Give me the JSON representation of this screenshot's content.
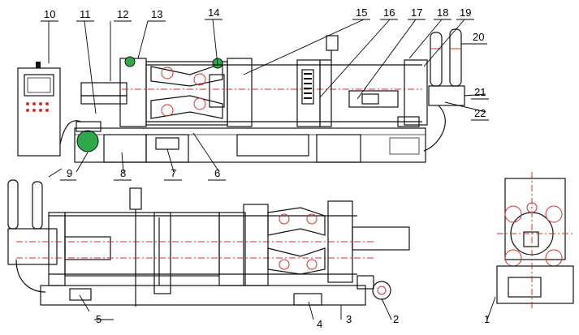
{
  "callouts": {
    "c1": "1",
    "c2": "2",
    "c3": "3",
    "c4": "4",
    "c5": "5",
    "c6": "6",
    "c7": "7",
    "c8": "8",
    "c9": "9",
    "c10": "10",
    "c11": "11",
    "c12": "12",
    "c13": "13",
    "c14": "14",
    "c15": "15",
    "c16": "16",
    "c17": "17",
    "c18": "18",
    "c19": "19",
    "c20": "20",
    "c21": "21",
    "c22": "22"
  },
  "colors": {
    "line": "#111111",
    "centerline": "#c83232",
    "accent_green": "#2fa84a"
  }
}
